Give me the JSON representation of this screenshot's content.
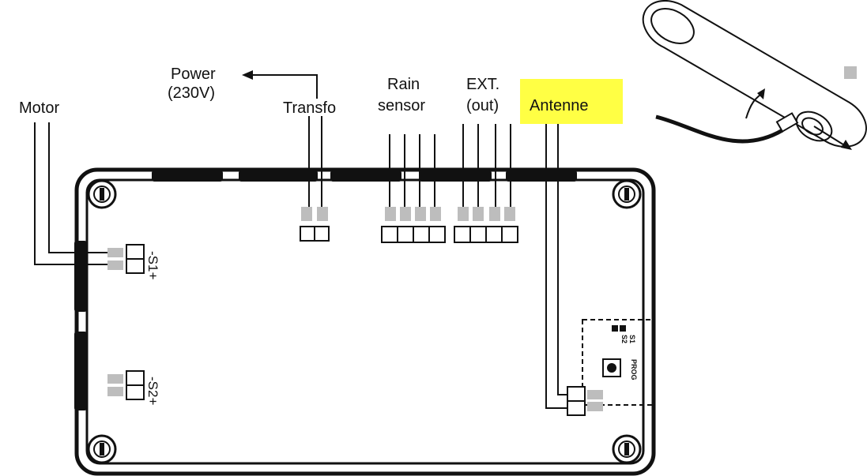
{
  "labels": {
    "motor": "Motor",
    "power_line1": "Power",
    "power_line2": "(230V)",
    "transfo": "Transfo",
    "rain_line1": "Rain",
    "rain_line2": "sensor",
    "ext_line1": "EXT.",
    "ext_line2": "(out)",
    "antenne": "Antenne",
    "s1": "-S1+",
    "s2": "-S2+",
    "led_s1": "S1",
    "led_s2": "S2",
    "prog": "PROG"
  },
  "colors": {
    "highlight": "#ffff44",
    "line": "#111111",
    "terminal_grey": "#bdbdbd"
  },
  "icons": {
    "antenna_detail": "antenna-tube-icon"
  }
}
